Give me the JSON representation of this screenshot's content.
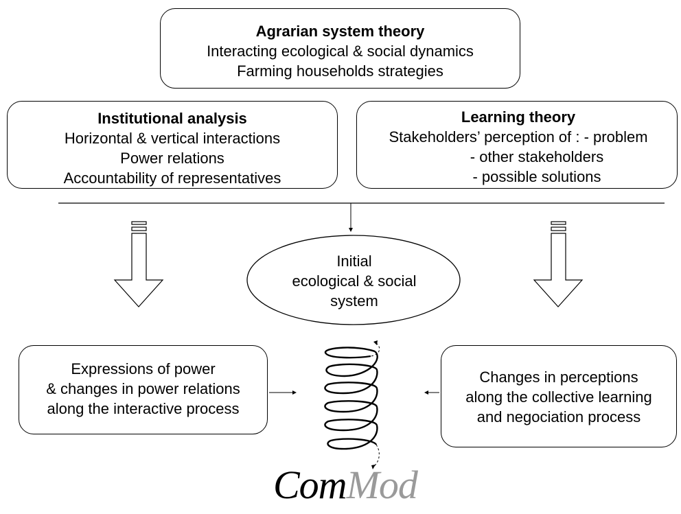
{
  "agrarian": {
    "title": "Agrarian system theory",
    "lines": [
      "Interacting ecological & social dynamics",
      "Farming households strategies"
    ]
  },
  "institutional": {
    "title": "Institutional analysis",
    "lines": [
      "Horizontal & vertical interactions",
      "Power relations",
      "Accountability of representatives"
    ]
  },
  "learning": {
    "title": "Learning theory",
    "lines": [
      "Stakeholders’ perception of : - problem",
      "- other stakeholders",
      "- possible solutions"
    ]
  },
  "center": {
    "lines": [
      "Initial",
      "ecological & social",
      "system"
    ]
  },
  "power_box": {
    "lines": [
      "Expressions of power",
      "& changes in power relations",
      "along the interactive process"
    ]
  },
  "perception_box": {
    "lines": [
      "Changes in perceptions",
      "along the collective learning",
      "and negociation process"
    ]
  },
  "logo": {
    "part1": "Com",
    "part2": "Mod"
  }
}
